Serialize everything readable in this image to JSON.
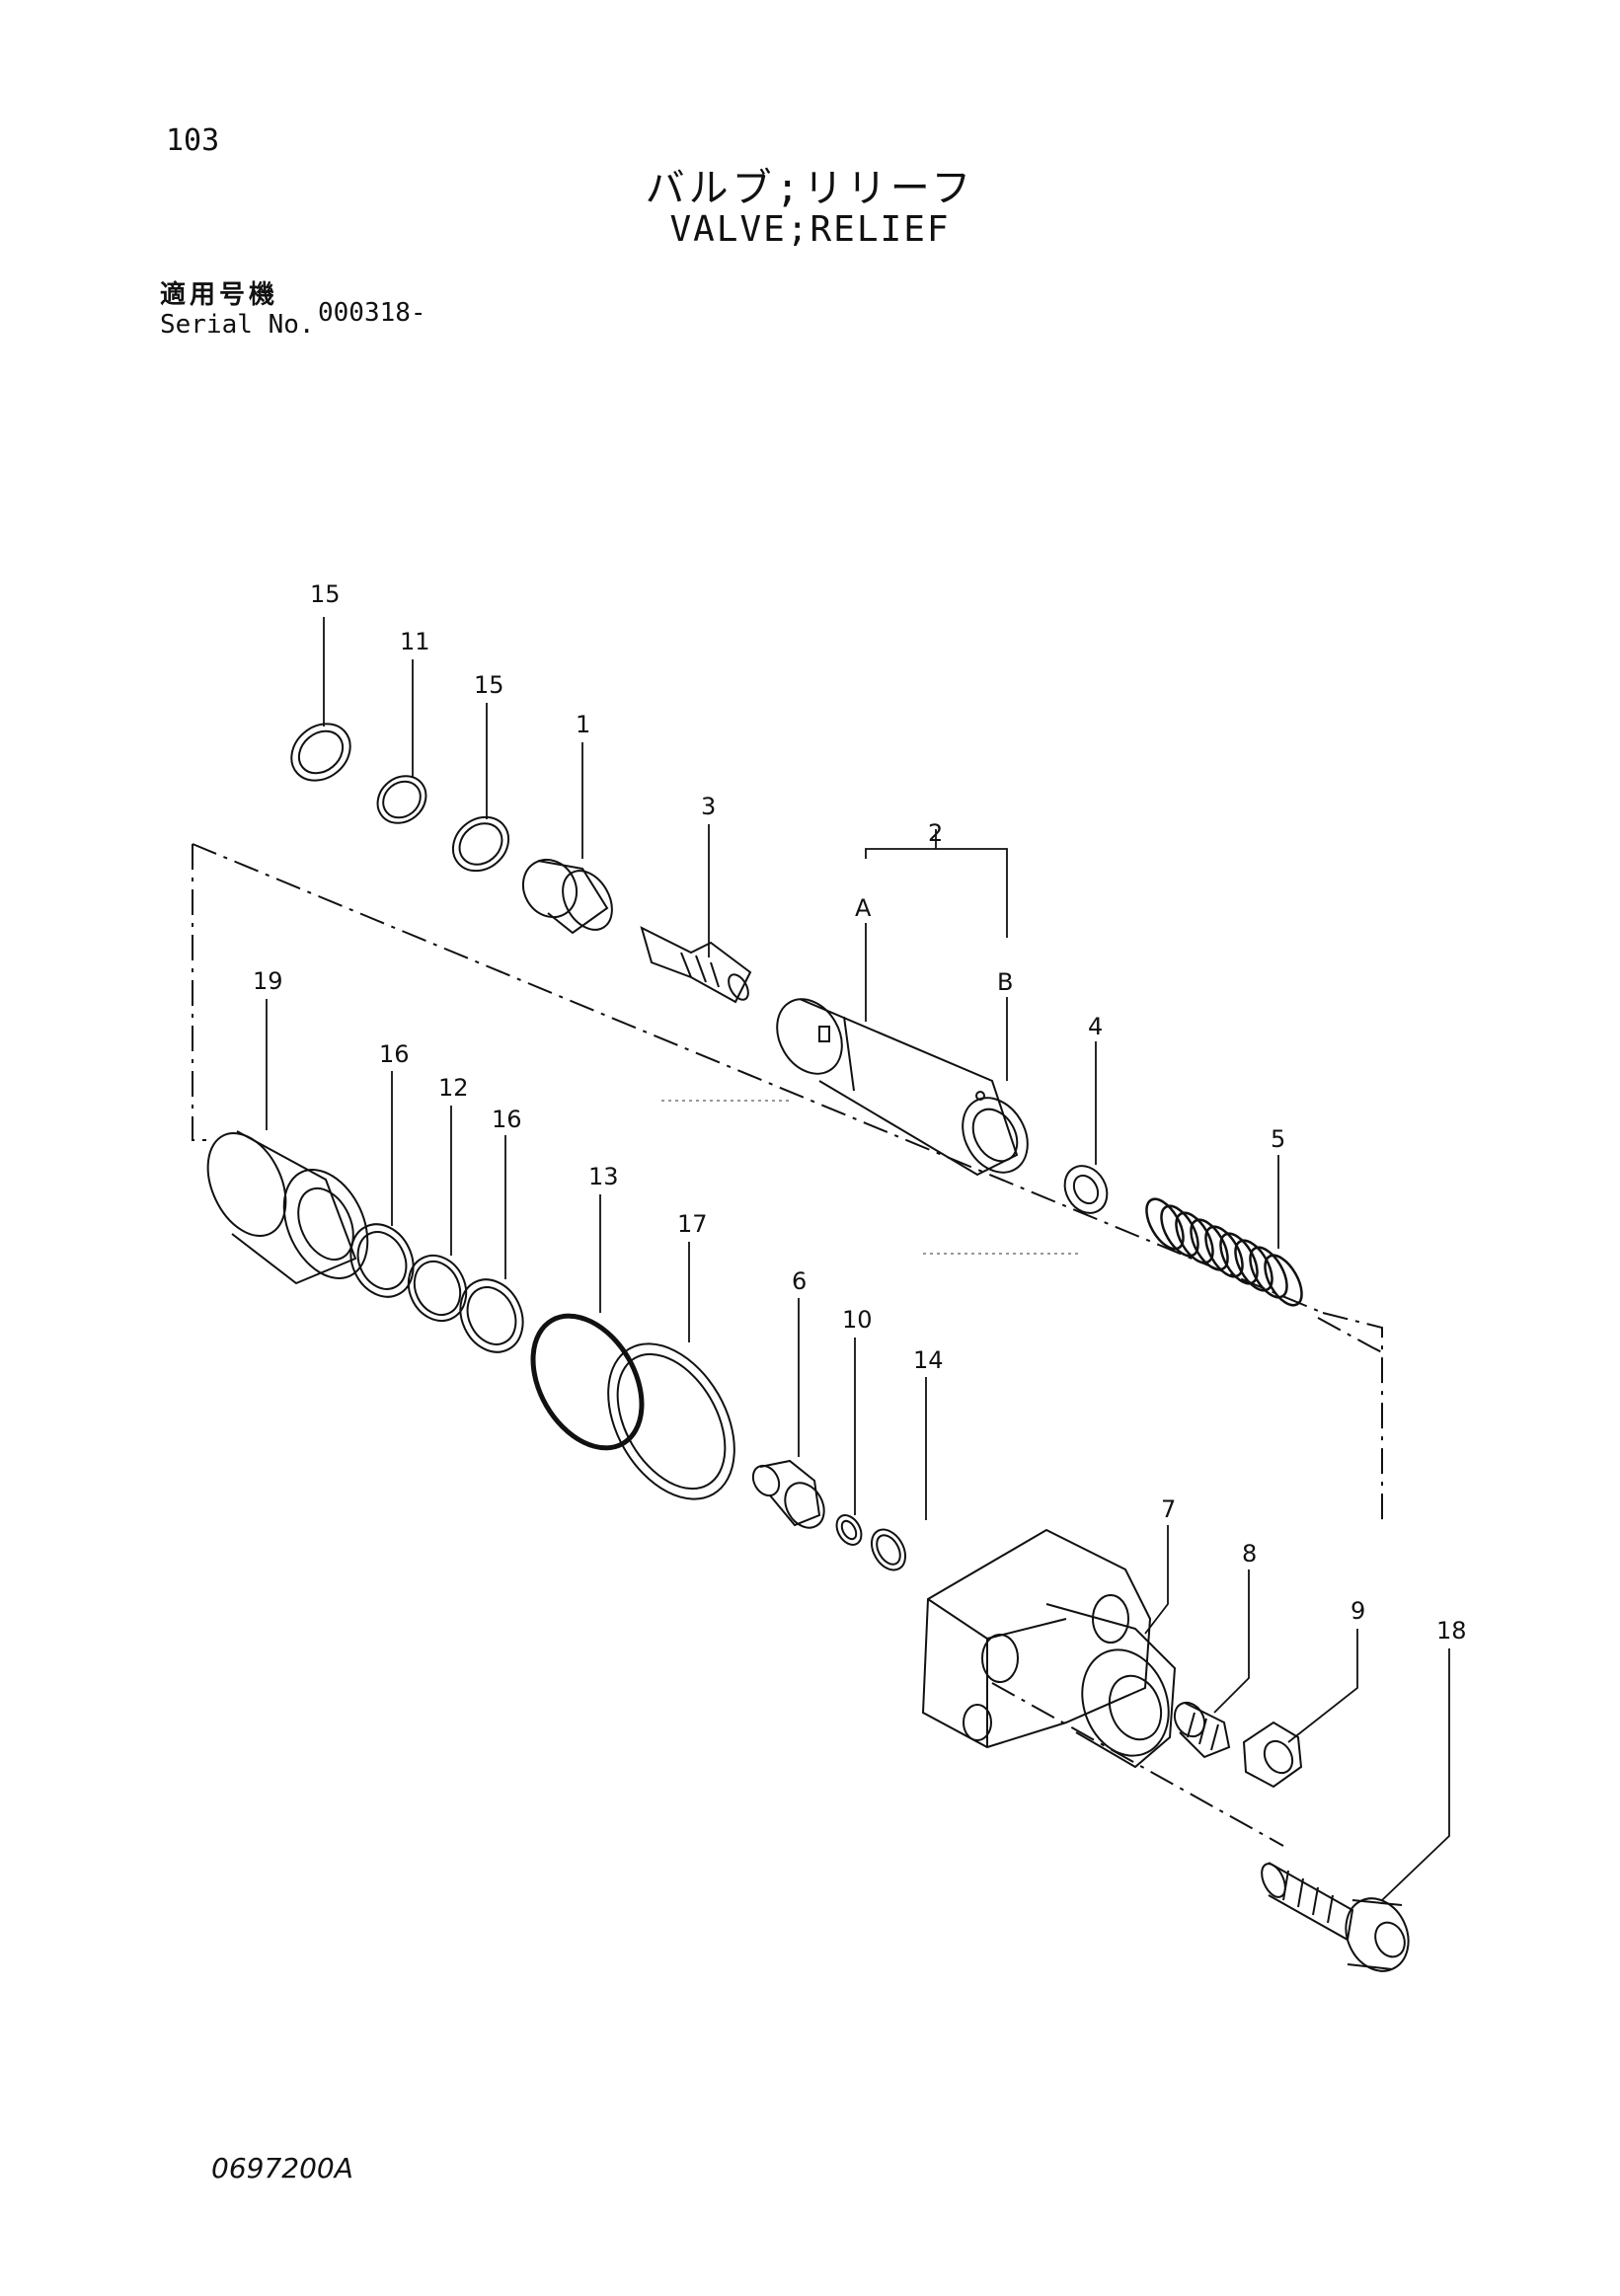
{
  "header": {
    "page_number": "103",
    "title_jp": "バルブ;リリーフ",
    "title_en": "VALVE;RELIEF",
    "serial_label_jp": "適用号機",
    "serial_label_en": "Serial No.",
    "serial_value": "000318-"
  },
  "callouts": {
    "c1": "1",
    "c2": "2",
    "c3": "3",
    "c4": "4",
    "c5": "5",
    "c6": "6",
    "c7": "7",
    "c8": "8",
    "c9": "9",
    "c10": "10",
    "c11": "11",
    "c12": "12",
    "c13": "13",
    "c14": "14",
    "c15a": "15",
    "c15b": "15",
    "c16a": "16",
    "c16b": "16",
    "c17": "17",
    "c18": "18",
    "c19": "19",
    "cA": "A",
    "cB": "B"
  },
  "footer": {
    "drawing_code": "0697200A"
  }
}
